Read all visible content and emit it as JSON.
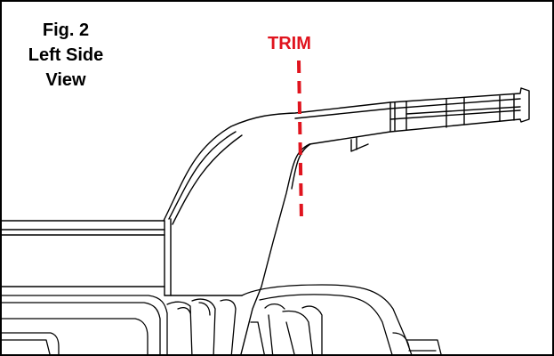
{
  "figure": {
    "caption_lines": [
      "Fig. 2",
      "Left Side",
      "View"
    ],
    "trim_label": "TRIM"
  },
  "colors": {
    "line": "#000000",
    "trim": "#e0141e",
    "background": "#ffffff"
  }
}
